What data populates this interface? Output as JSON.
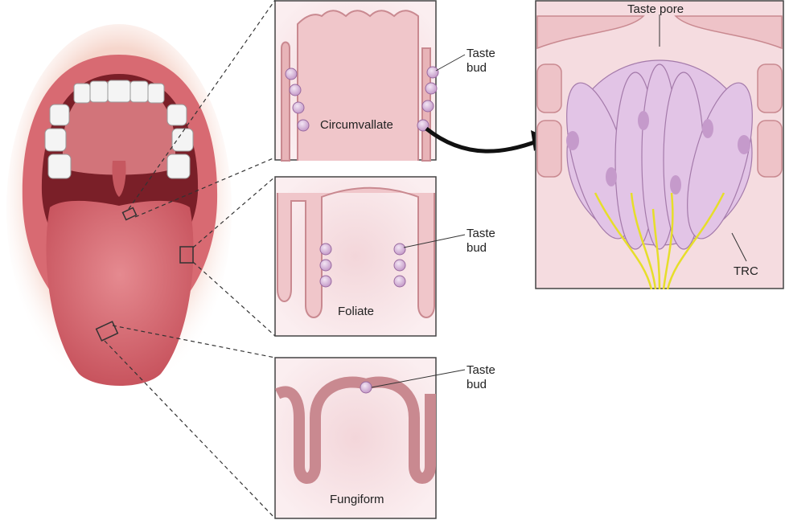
{
  "labels": {
    "taste_bud_1": [
      "Taste",
      "bud"
    ],
    "taste_bud_2": [
      "Taste",
      "bud"
    ],
    "taste_bud_3": [
      "Taste",
      "bud"
    ],
    "circumvallate": "Circumvallate",
    "foliate": "Foliate",
    "fungiform": "Fungiform",
    "taste_pore": "Taste pore",
    "trc": "TRC"
  },
  "colors": {
    "tissue": "#e8b4b8",
    "tissue_edge": "#c98990",
    "bud": "#d9b8dc",
    "nerve": "#e8e030",
    "tongue": "#d9737c"
  }
}
